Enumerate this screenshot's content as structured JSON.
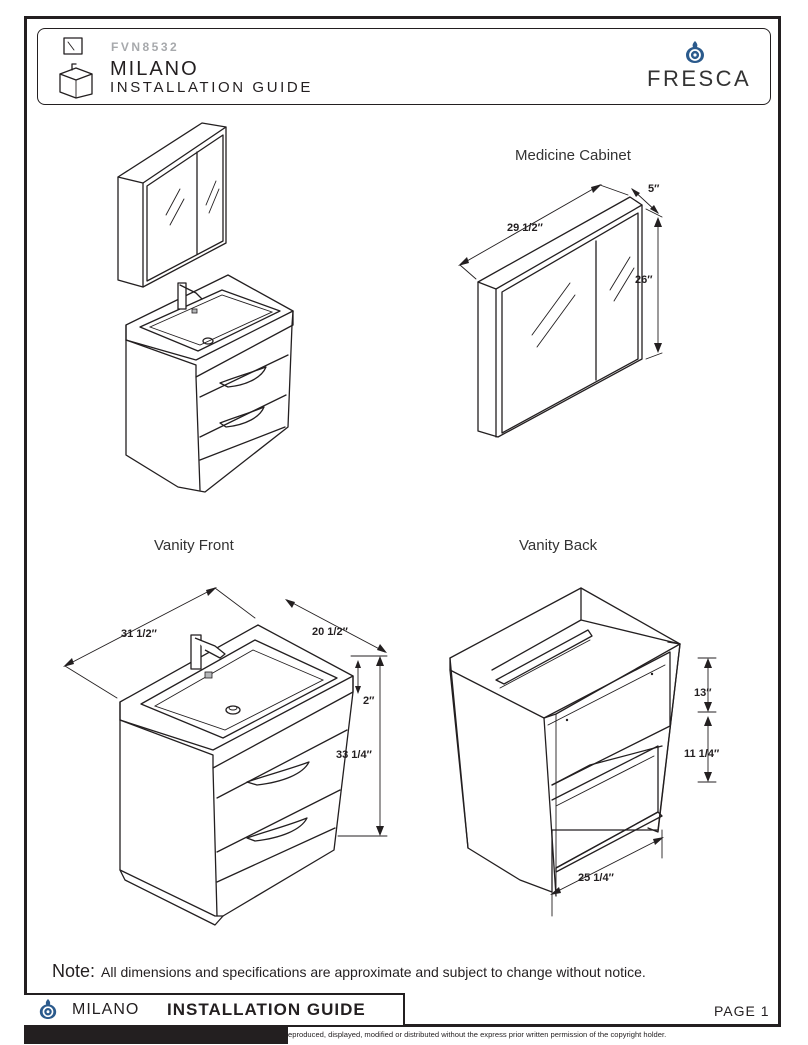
{
  "header": {
    "model_number": "FVN8532",
    "series": "MILANO",
    "document_title": "INSTALLATION GUIDE",
    "brand": "FRESCA"
  },
  "views": {
    "medicine_cabinet": {
      "title": "Medicine Cabinet",
      "depth": "5″",
      "width": "29 1/2″",
      "height": "26″"
    },
    "vanity_front": {
      "title": "Vanity Front",
      "width": "31 1/2″",
      "depth": "20 1/2″",
      "top_thickness": "2″",
      "height": "33 1/4″"
    },
    "vanity_back": {
      "title": "Vanity Back",
      "upper_opening": "13″",
      "lower_opening": "11 1/4″",
      "width": "25 1/4″"
    }
  },
  "note": {
    "label": "Note:",
    "text": "All dimensions and specifications are approximate and subject to change without notice."
  },
  "footer": {
    "series": "MILANO",
    "title": "INSTALLATION GUIDE",
    "page": "PAGE 1",
    "copyright": "eproduced, displayed, modified or distributed without the express prior written permission of the copyright holder."
  },
  "colors": {
    "ink": "#231f20",
    "brand_blue": "#2b5a8c",
    "model_gray": "#a7a9ac"
  }
}
